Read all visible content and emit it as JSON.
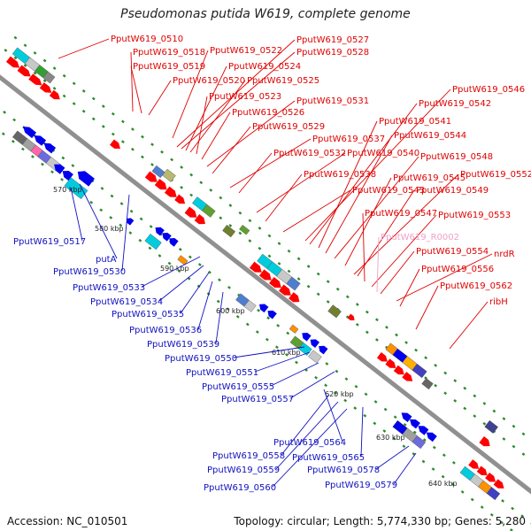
{
  "title": "Pseudomonas putida W619, complete genome",
  "footer": {
    "accession": "Accession: NC_010501",
    "summary": "Topology: circular; Length: 5,774,330 bp; Genes: 5,280"
  },
  "colors": {
    "top_labels": "#e00000",
    "bottom_labels": "#1010c0",
    "rna_label": "#f0a0c8",
    "backbone": "#909090",
    "ticks": "#2e8b2e"
  },
  "ticks": [
    "570 kbp",
    "580 kbp",
    "590 kbp",
    "600 kbp",
    "610 kbp",
    "620 kbp",
    "630 kbp",
    "640 kbp"
  ],
  "top_labels": [
    "PputW619_0510",
    "PputW619_0518",
    "PputW619_0519",
    "PputW619_0520",
    "PputW619_0522",
    "PputW619_0527",
    "PputW619_0528",
    "PputW619_0524",
    "PputW619_0525",
    "PputW619_0523",
    "PputW619_0526",
    "PputW619_0531",
    "PputW619_0529",
    "PputW619_0537",
    "PputW619_0532",
    "PputW619_0540",
    "PputW619_0538",
    "PputW619_0543",
    "PputW619_0546",
    "PputW619_0542",
    "PputW619_0541",
    "PputW619_0544",
    "PputW619_0548",
    "PputW619_0545",
    "PputW619_0552",
    "PputW619_0549",
    "PputW619_0547",
    "PputW619_0553",
    "PputW619_R0002",
    "PputW619_0554",
    "nrdR",
    "PputW619_0556",
    "PputW619_0562",
    "ribH"
  ],
  "bottom_labels": [
    "PputW619_0517",
    "putA",
    "PputW619_0530",
    "PputW619_0533",
    "PputW619_0534",
    "PputW619_0535",
    "PputW619_0536",
    "PputW619_0539",
    "PputW619_0550",
    "PputW619_0551",
    "PputW619_0555",
    "PputW619_0557",
    "PputW619_0564",
    "PputW619_0558",
    "PputW619_0565",
    "PputW619_0559",
    "PputW619_0578",
    "PputW619_0560",
    "PputW619_0579"
  ]
}
